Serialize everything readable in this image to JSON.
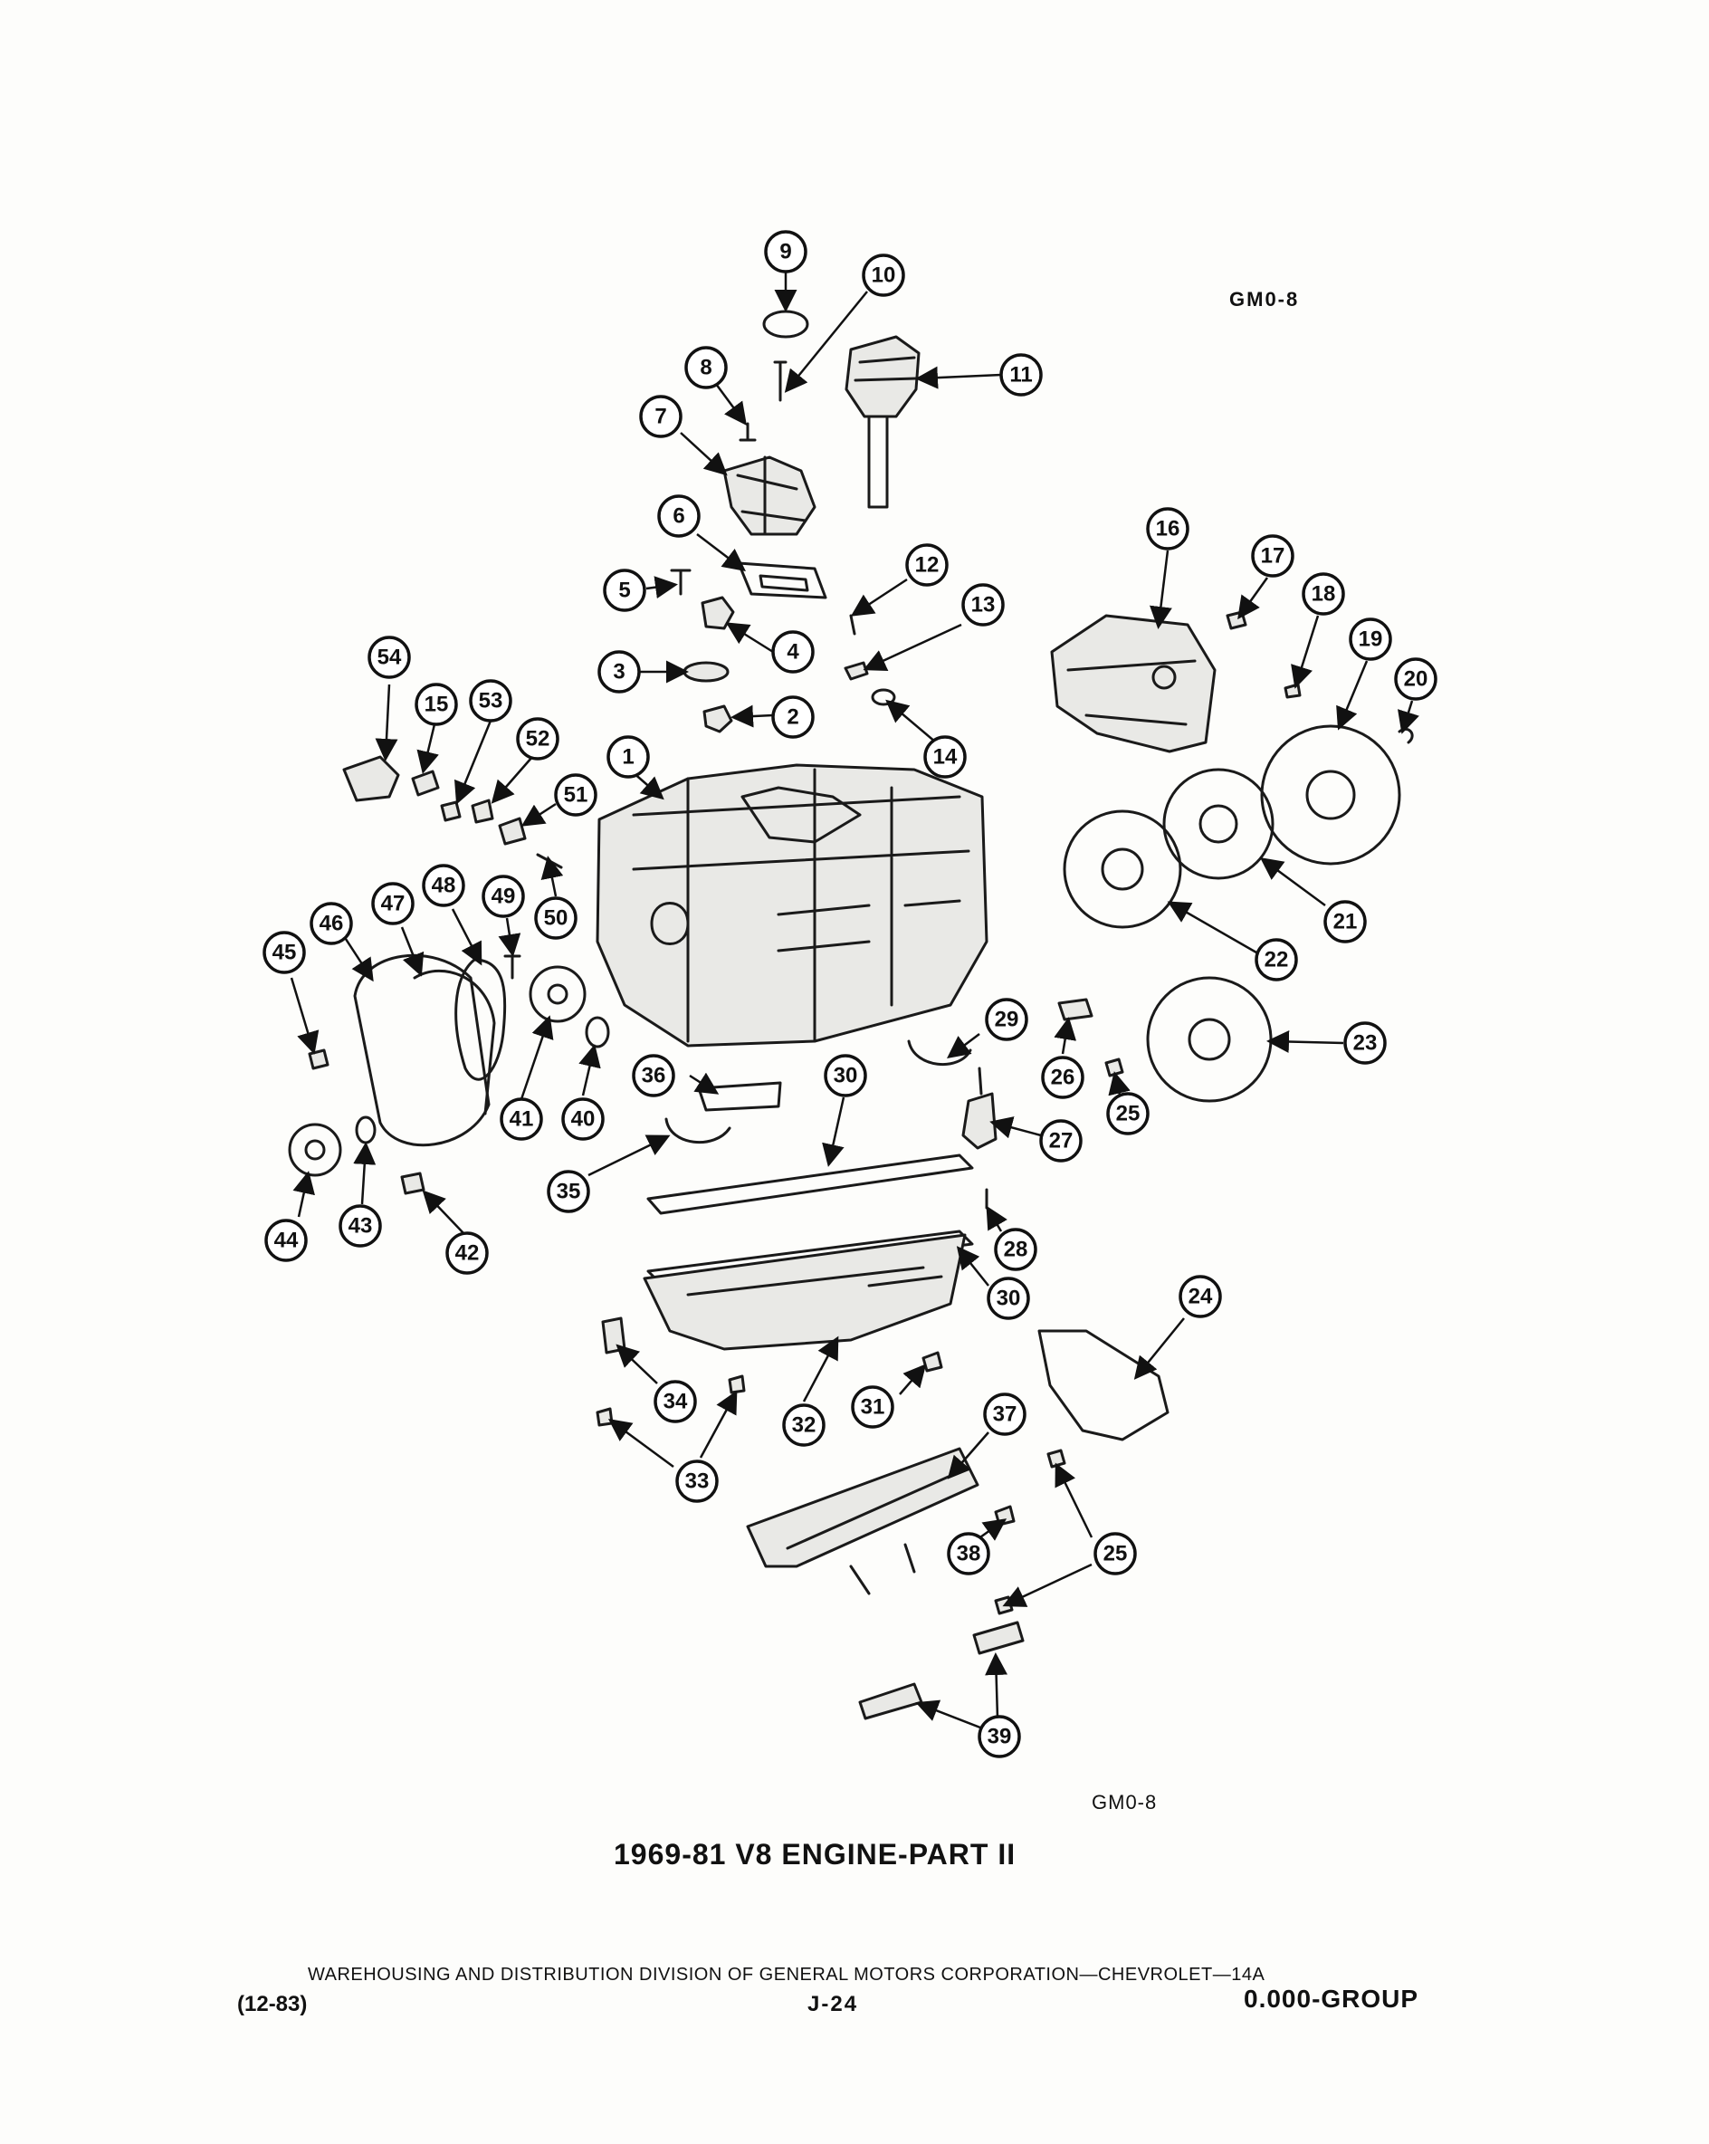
{
  "page": {
    "code_top": "GM0-8",
    "code_bottom": "GM0-8",
    "title": "1969-81 V8 ENGINE-PART II",
    "footer_line": "WAREHOUSING AND DISTRIBUTION DIVISION OF GENERAL MOTORS CORPORATION—CHEVROLET—14A",
    "footer_left": "(12-83)",
    "footer_center": "J-24",
    "footer_right": "0.000-GROUP"
  },
  "callouts": [
    "1",
    "2",
    "3",
    "4",
    "5",
    "6",
    "7",
    "8",
    "9",
    "10",
    "11",
    "12",
    "13",
    "14",
    "15",
    "16",
    "17",
    "18",
    "19",
    "20",
    "21",
    "22",
    "23",
    "24",
    "25",
    "25",
    "26",
    "27",
    "28",
    "29",
    "30",
    "30",
    "31",
    "32",
    "33",
    "34",
    "35",
    "36",
    "37",
    "38",
    "39",
    "40",
    "41",
    "42",
    "43",
    "44",
    "45",
    "46",
    "47",
    "48",
    "49",
    "50",
    "51",
    "52",
    "53",
    "54"
  ]
}
